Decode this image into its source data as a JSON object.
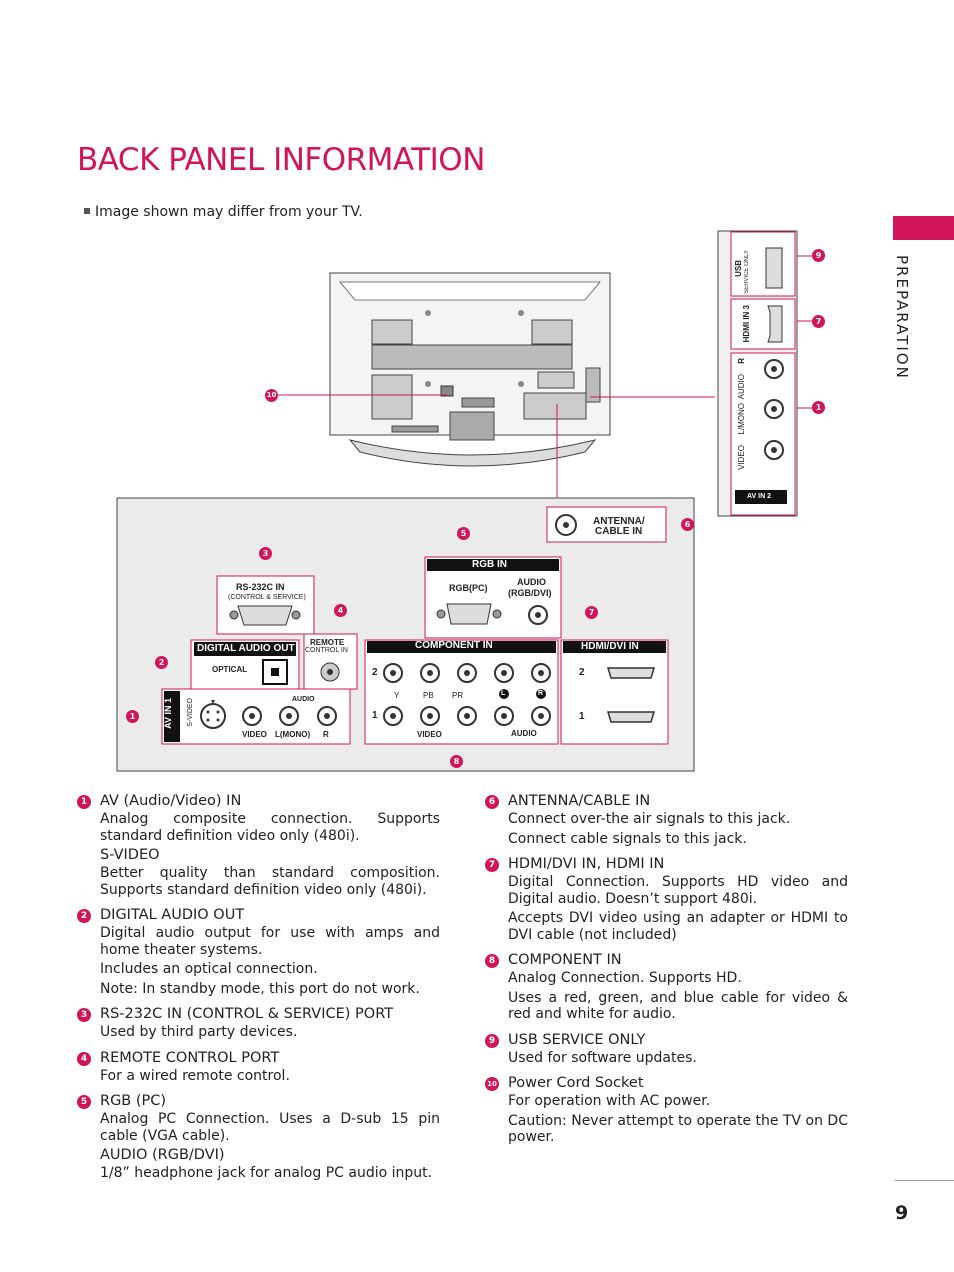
{
  "title": "BACK PANEL INFORMATION",
  "note": "Image shown may differ from your TV.",
  "side_tab": "PREPARATION",
  "page_number": "9",
  "diagram": {
    "av_in_1": "AV IN 1",
    "s_video": "S-VIDEO",
    "audio": "AUDIO",
    "video": "VIDEO",
    "l_mono": "L(MONO)",
    "r": "R",
    "digital_audio_out": "DIGITAL AUDIO OUT",
    "optical": "OPTICAL",
    "rs232_title": "RS-232C IN",
    "rs232_sub": "(CONTROL & SERVICE)",
    "remote": "REMOTE",
    "control_in": "CONTROL IN",
    "rgb_in": "RGB IN",
    "rgb_pc": "RGB(PC)",
    "audio_rgb": "AUDIO",
    "audio_rgb2": "(RGB/DVI)",
    "antenna": "ANTENNA/",
    "cable_in": "CABLE IN",
    "component_in": "COMPONENT IN",
    "hdmi_dvi_in": "HDMI/DVI IN",
    "comp_y": "Y",
    "comp_pb": "PB",
    "comp_pr": "PR",
    "comp_l": "L",
    "comp_r": "R",
    "comp_video": "VIDEO",
    "comp_audio": "AUDIO",
    "row2": "2",
    "row1": "1",
    "side_usb": "USB",
    "side_service": "SERVICE ONLY",
    "side_hdmi": "HDMI IN 3",
    "side_video": "VIDEO",
    "side_lmono": "L/MONO",
    "side_audio": "AUDIO",
    "side_r": "R",
    "av_in_2": "AV IN 2",
    "markers": [
      "1",
      "2",
      "3",
      "4",
      "5",
      "6",
      "7",
      "8",
      "9",
      "10"
    ]
  },
  "left_items": [
    {
      "n": "1",
      "head": "AV (Audio/Video) IN",
      "paras": [
        "Analog composite connection. Supports standard definition video only (480i)."
      ],
      "sub": "S-VIDEO",
      "sub_paras": [
        "Better quality than standard composition. Supports standard definition video only (480i)."
      ]
    },
    {
      "n": "2",
      "head": "DIGITAL AUDIO OUT",
      "paras": [
        "Digital audio output for use with amps and home theater systems.",
        "Includes an optical connection.",
        "Note: In standby mode, this port do not work."
      ]
    },
    {
      "n": "3",
      "head": "RS-232C IN (CONTROL & SERVICE) PORT",
      "paras": [
        "Used by third party devices."
      ]
    },
    {
      "n": "4",
      "head": "REMOTE CONTROL PORT",
      "paras": [
        "For a wired remote control."
      ]
    },
    {
      "n": "5",
      "head": "RGB (PC)",
      "paras": [
        "Analog PC Connection. Uses a D-sub 15 pin cable (VGA cable)."
      ],
      "sub": "AUDIO (RGB/DVI)",
      "sub_paras": [
        "1/8” headphone jack for analog PC audio input."
      ]
    }
  ],
  "right_items": [
    {
      "n": "6",
      "head": "ANTENNA/CABLE IN",
      "paras": [
        "Connect over-the air signals to this jack.",
        "Connect cable signals to this jack."
      ]
    },
    {
      "n": "7",
      "head": "HDMI/DVI IN, HDMI IN",
      "paras": [
        "Digital Connection. Supports HD video and Digital audio. Doesn’t support 480i.",
        "Accepts DVI video using an adapter or HDMI to DVI cable (not included)"
      ]
    },
    {
      "n": "8",
      "head": "COMPONENT IN",
      "paras": [
        "Analog Connection. Supports HD.",
        "Uses a red, green, and blue cable for video & red and white for audio."
      ]
    },
    {
      "n": "9",
      "head": "USB SERVICE ONLY",
      "paras": [
        "Used for software updates."
      ]
    },
    {
      "n": "10",
      "head": "Power Cord Socket",
      "paras": [
        "For operation with AC power.",
        "Caution: Never attempt to operate the TV on DC power."
      ]
    }
  ]
}
